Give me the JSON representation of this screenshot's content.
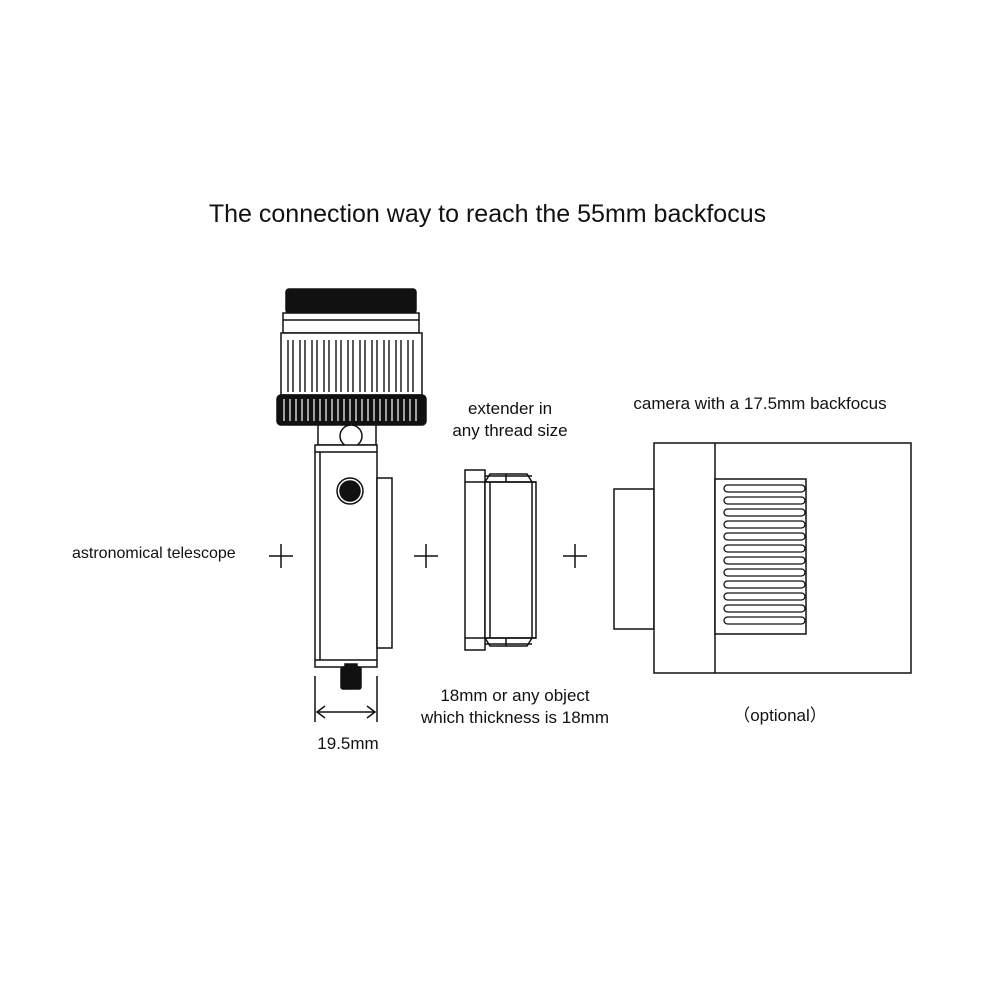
{
  "title": "The connection way to reach the 55mm backfocus",
  "labels": {
    "telescope": "astronomical telescope",
    "telescope_width": "19.5mm",
    "extender_line1": "extender in",
    "extender_line2": "any thread size",
    "extender_thickness_line1": "18mm or any object",
    "extender_thickness_line2": "which thickness is 18mm",
    "camera": "camera with a 17.5mm backfocus",
    "optional": "（optional）"
  },
  "colors": {
    "ink": "#111111",
    "background": "#ffffff"
  }
}
